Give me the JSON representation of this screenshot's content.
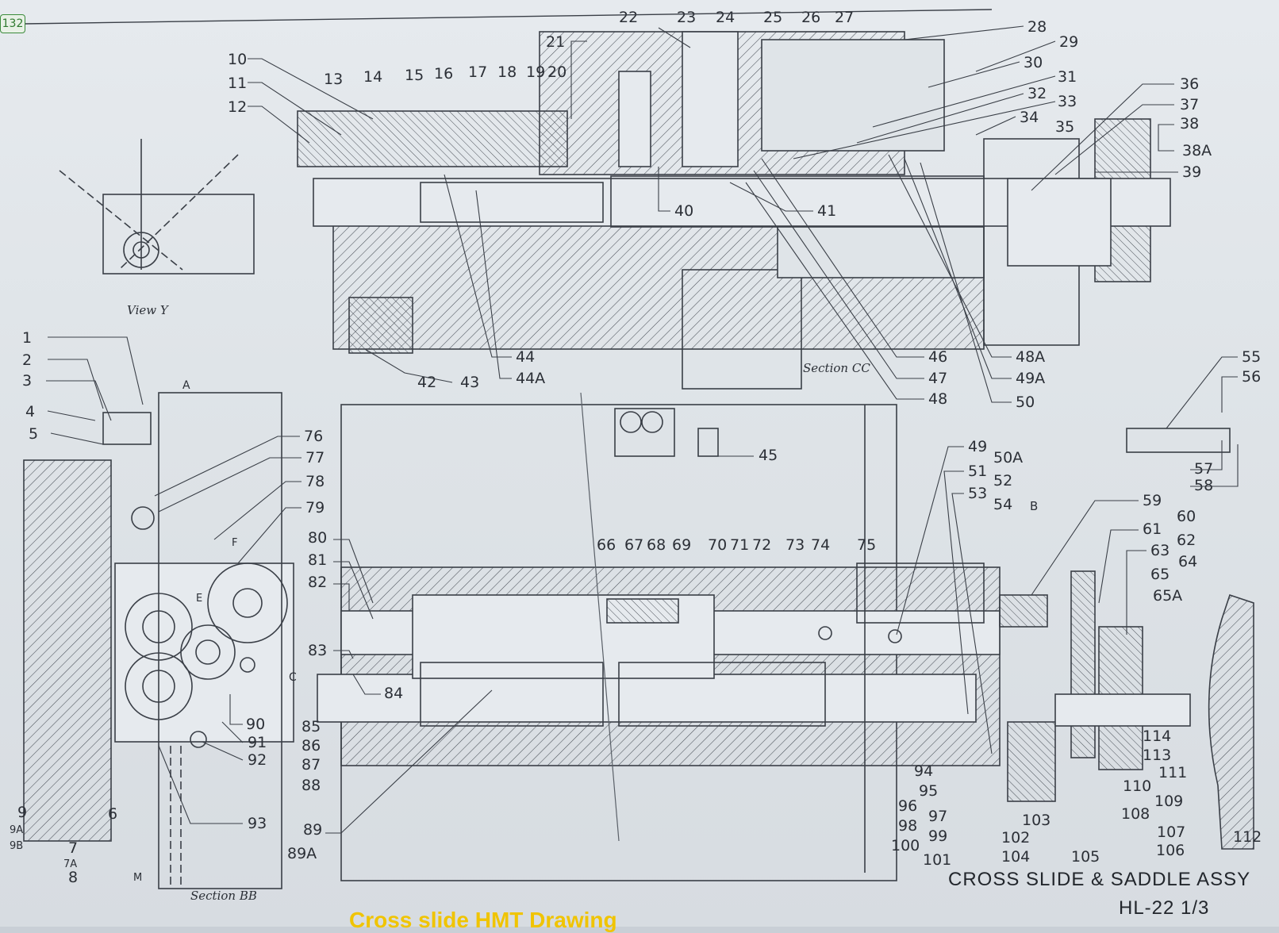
{
  "page_badge": "132",
  "caption": "Cross slide HMT Drawing",
  "title_block": {
    "title": "CROSS SLIDE & SADDLE ASSY",
    "drawing_no": "HL-22 1/3"
  },
  "view_notes": {
    "view_y": "View Y",
    "section_cc": "Section CC",
    "section_bb": "Section BB",
    "section_arrow_a": "A",
    "section_arrow_b": "B",
    "section_arrow_c": "C",
    "section_arrow_f": "F",
    "section_arrow_e": "E",
    "section_arrow_m": "M"
  },
  "balloons": [
    {
      "id": "b1",
      "text": "1"
    },
    {
      "id": "b2",
      "text": "2"
    },
    {
      "id": "b3",
      "text": "3"
    },
    {
      "id": "b4",
      "text": "4"
    },
    {
      "id": "b5",
      "text": "5"
    },
    {
      "id": "b6",
      "text": "6"
    },
    {
      "id": "b7",
      "text": "7"
    },
    {
      "id": "b7a",
      "text": "7A"
    },
    {
      "id": "b8",
      "text": "8"
    },
    {
      "id": "b9",
      "text": "9"
    },
    {
      "id": "b9a",
      "text": "9A"
    },
    {
      "id": "b9b",
      "text": "9B"
    },
    {
      "id": "b10",
      "text": "10"
    },
    {
      "id": "b11",
      "text": "11"
    },
    {
      "id": "b12",
      "text": "12"
    },
    {
      "id": "b13",
      "text": "13"
    },
    {
      "id": "b14",
      "text": "14"
    },
    {
      "id": "b15",
      "text": "15"
    },
    {
      "id": "b16",
      "text": "16"
    },
    {
      "id": "b17",
      "text": "17"
    },
    {
      "id": "b18",
      "text": "18"
    },
    {
      "id": "b19",
      "text": "19"
    },
    {
      "id": "b20",
      "text": "20"
    },
    {
      "id": "b21",
      "text": "21"
    },
    {
      "id": "b22",
      "text": "22"
    },
    {
      "id": "b23",
      "text": "23"
    },
    {
      "id": "b24",
      "text": "24"
    },
    {
      "id": "b25",
      "text": "25"
    },
    {
      "id": "b26",
      "text": "26"
    },
    {
      "id": "b27",
      "text": "27"
    },
    {
      "id": "b28",
      "text": "28"
    },
    {
      "id": "b29",
      "text": "29"
    },
    {
      "id": "b30",
      "text": "30"
    },
    {
      "id": "b31",
      "text": "31"
    },
    {
      "id": "b32",
      "text": "32"
    },
    {
      "id": "b33",
      "text": "33"
    },
    {
      "id": "b34",
      "text": "34"
    },
    {
      "id": "b35",
      "text": "35"
    },
    {
      "id": "b36",
      "text": "36"
    },
    {
      "id": "b37",
      "text": "37"
    },
    {
      "id": "b38",
      "text": "38"
    },
    {
      "id": "b38a",
      "text": "38A"
    },
    {
      "id": "b39",
      "text": "39"
    },
    {
      "id": "b40",
      "text": "40"
    },
    {
      "id": "b41",
      "text": "41"
    },
    {
      "id": "b42",
      "text": "42"
    },
    {
      "id": "b43",
      "text": "43"
    },
    {
      "id": "b44",
      "text": "44"
    },
    {
      "id": "b44a",
      "text": "44A"
    },
    {
      "id": "b45",
      "text": "45"
    },
    {
      "id": "b46",
      "text": "46"
    },
    {
      "id": "b47",
      "text": "47"
    },
    {
      "id": "b48",
      "text": "48"
    },
    {
      "id": "b48a",
      "text": "48A"
    },
    {
      "id": "b49a",
      "text": "49A"
    },
    {
      "id": "b50",
      "text": "50"
    },
    {
      "id": "b49",
      "text": "49"
    },
    {
      "id": "b50a",
      "text": "50A"
    },
    {
      "id": "b51",
      "text": "51"
    },
    {
      "id": "b52",
      "text": "52"
    },
    {
      "id": "b53",
      "text": "53"
    },
    {
      "id": "b54",
      "text": "54"
    },
    {
      "id": "b55",
      "text": "55"
    },
    {
      "id": "b56",
      "text": "56"
    },
    {
      "id": "b57",
      "text": "57"
    },
    {
      "id": "b58",
      "text": "58"
    },
    {
      "id": "b59",
      "text": "59"
    },
    {
      "id": "b60",
      "text": "60"
    },
    {
      "id": "b61",
      "text": "61"
    },
    {
      "id": "b62",
      "text": "62"
    },
    {
      "id": "b63",
      "text": "63"
    },
    {
      "id": "b64",
      "text": "64"
    },
    {
      "id": "b65",
      "text": "65"
    },
    {
      "id": "b65a",
      "text": "65A"
    },
    {
      "id": "b66",
      "text": "66"
    },
    {
      "id": "b67",
      "text": "67"
    },
    {
      "id": "b68",
      "text": "68"
    },
    {
      "id": "b69",
      "text": "69"
    },
    {
      "id": "b70",
      "text": "70"
    },
    {
      "id": "b71",
      "text": "71"
    },
    {
      "id": "b72",
      "text": "72"
    },
    {
      "id": "b73",
      "text": "73"
    },
    {
      "id": "b74",
      "text": "74"
    },
    {
      "id": "b75",
      "text": "75"
    },
    {
      "id": "b76",
      "text": "76"
    },
    {
      "id": "b77",
      "text": "77"
    },
    {
      "id": "b78",
      "text": "78"
    },
    {
      "id": "b79",
      "text": "79"
    },
    {
      "id": "b80",
      "text": "80"
    },
    {
      "id": "b81",
      "text": "81"
    },
    {
      "id": "b82",
      "text": "82"
    },
    {
      "id": "b83",
      "text": "83"
    },
    {
      "id": "b84",
      "text": "84"
    },
    {
      "id": "b85",
      "text": "85"
    },
    {
      "id": "b86",
      "text": "86"
    },
    {
      "id": "b87",
      "text": "87"
    },
    {
      "id": "b88",
      "text": "88"
    },
    {
      "id": "b89",
      "text": "89"
    },
    {
      "id": "b89a",
      "text": "89A"
    },
    {
      "id": "b90",
      "text": "90"
    },
    {
      "id": "b91",
      "text": "91"
    },
    {
      "id": "b92",
      "text": "92"
    },
    {
      "id": "b93",
      "text": "93"
    },
    {
      "id": "b94",
      "text": "94"
    },
    {
      "id": "b95",
      "text": "95"
    },
    {
      "id": "b96",
      "text": "96"
    },
    {
      "id": "b97",
      "text": "97"
    },
    {
      "id": "b98",
      "text": "98"
    },
    {
      "id": "b99",
      "text": "99"
    },
    {
      "id": "b100",
      "text": "100"
    },
    {
      "id": "b101",
      "text": "101"
    },
    {
      "id": "b102",
      "text": "102"
    },
    {
      "id": "b103",
      "text": "103"
    },
    {
      "id": "b104",
      "text": "104"
    },
    {
      "id": "b105",
      "text": "105"
    },
    {
      "id": "b106",
      "text": "106"
    },
    {
      "id": "b107",
      "text": "107"
    },
    {
      "id": "b108",
      "text": "108"
    },
    {
      "id": "b109",
      "text": "109"
    },
    {
      "id": "b110",
      "text": "110"
    },
    {
      "id": "b111",
      "text": "111"
    },
    {
      "id": "b112",
      "text": "112"
    },
    {
      "id": "b113",
      "text": "113"
    },
    {
      "id": "b114",
      "text": "114"
    }
  ]
}
